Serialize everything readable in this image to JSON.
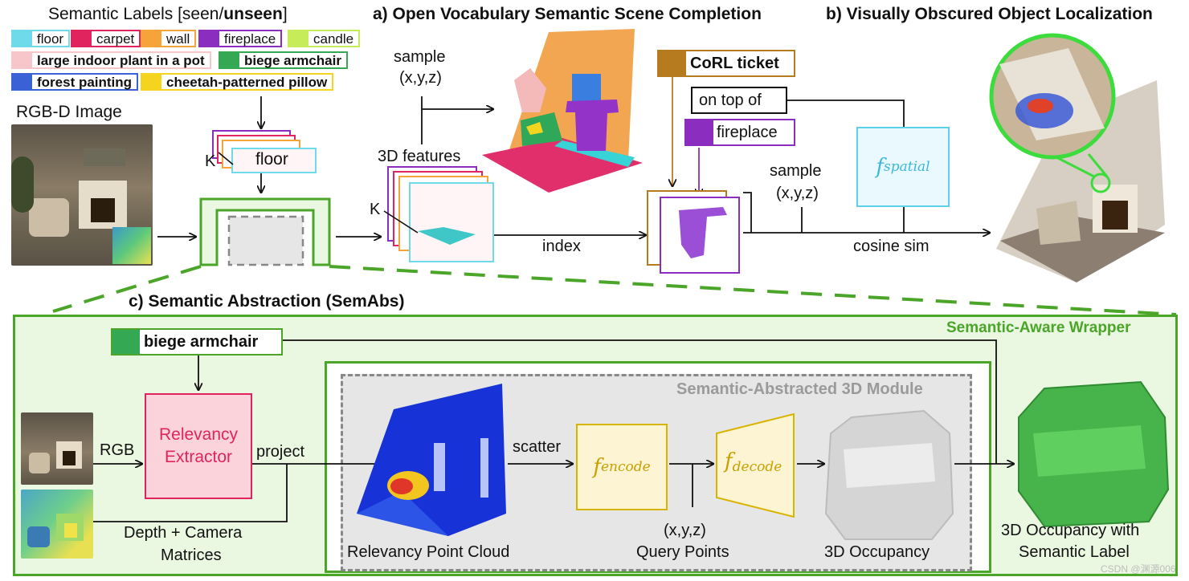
{
  "labels_panel": {
    "heading_prefix": "Semantic Labels [seen/",
    "heading_bold": "unseen",
    "heading_suffix": "]",
    "chips": [
      {
        "text": "floor",
        "color": "#6fdbea",
        "bold": false
      },
      {
        "text": "carpet",
        "color": "#e0245e",
        "bold": false
      },
      {
        "text": "wall",
        "color": "#f6a33a",
        "bold": false
      },
      {
        "text": "fireplace",
        "color": "#8b2dbf",
        "bold": false
      },
      {
        "text": "candle",
        "color": "#c7ec5a",
        "bold": false
      },
      {
        "text": "large indoor plant in a pot",
        "color": "#f7c6cb",
        "bold": true
      },
      {
        "text": "biege armchair",
        "color": "#34a853",
        "bold": true
      },
      {
        "text": "forest painting",
        "color": "#3a62d6",
        "bold": true
      },
      {
        "text": "cheetah-patterned pillow",
        "color": "#f4d41f",
        "bold": true
      }
    ]
  },
  "rgbd_label": "RGB-D Image",
  "k_label": "K",
  "stack_front_label": "floor",
  "section_a": {
    "title": "a) Open Vocabulary Semantic Scene Completion",
    "sample_label": "sample",
    "xyz_label": "(x,y,z)",
    "features_label": "3D features",
    "k_label": "K",
    "index_label": "index"
  },
  "section_b": {
    "title": "b) Visually Obscured Object Localization",
    "ticket_label": "CoRL ticket",
    "ontopof_label": "on top of",
    "fireplace_label": "fireplace",
    "sample_label": "sample",
    "xyz_label": "(x,y,z)",
    "f_main": "f",
    "f_sub": "spatial",
    "cosine_label": "cosine sim"
  },
  "section_c": {
    "title": "c) Semantic Abstraction (SemAbs)",
    "wrapper_label": "Semantic-Aware Wrapper",
    "module_label": "Semantic-Abstracted 3D Module",
    "prompt_label": "biege armchair",
    "rgb_label": "RGB",
    "extractor_line1": "Relevancy",
    "extractor_line2": "Extractor",
    "project_label": "project",
    "depth_line1": "Depth + Camera",
    "depth_line2": "Matrices",
    "scatter_label": "scatter",
    "encode_main": "f",
    "encode_sub": "encode",
    "decode_main": "f",
    "decode_sub": "decode",
    "xyz_label": "(x,y,z)",
    "query_label": "Query Points",
    "relevancy_cloud_label": "Relevancy Point Cloud",
    "occupancy_label": "3D Occupancy",
    "output_line1": "3D Occupancy with",
    "output_line2": "Semantic Label"
  },
  "watermark": "CSDN @渊源006",
  "colors": {
    "green": "#4aa529",
    "light_green_bg": "#eaf7e1",
    "gray_module_bg": "#e6e6e6",
    "relevancy_fill": "#fbd3da",
    "relevancy_text": "#e0245e",
    "f_fill": "#fcf4d2",
    "f_text": "#c8a000",
    "spatial_border": "#5fd0ea",
    "spatial_fill": "#eaf9fd",
    "ticket_brown": "#b67a1f",
    "fireplace_purple": "#8b2dbf"
  }
}
